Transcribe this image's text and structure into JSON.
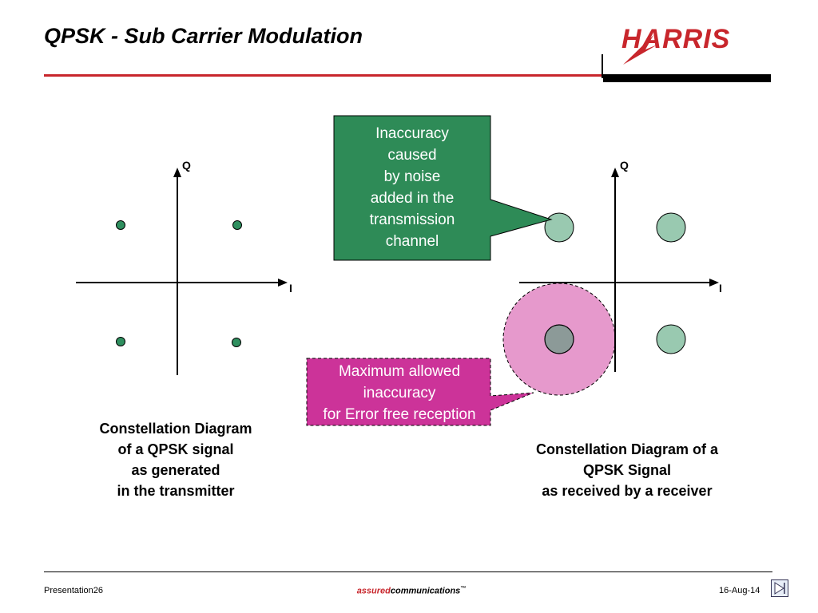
{
  "slide": {
    "title": "QPSK - Sub Carrier Modulation",
    "logo_text": "HARRIS"
  },
  "diagram_left": {
    "axis_q": "Q",
    "axis_i": "I",
    "caption_lines": [
      "Constellation Diagram",
      "of a QPSK signal",
      "as generated",
      "in the transmitter"
    ]
  },
  "diagram_right": {
    "axis_q": "Q",
    "axis_i": "I",
    "caption_lines": [
      "Constellation Diagram of a",
      "QPSK Signal",
      "as received by a receiver"
    ]
  },
  "callouts": {
    "noise": [
      "Inaccuracy",
      "caused",
      "by noise",
      "added in the",
      "transmission",
      "channel"
    ],
    "max": [
      "Maximum allowed",
      "inaccuracy",
      "for Error free reception"
    ]
  },
  "colors": {
    "point": "#2f8f5f",
    "noise_callout": "#2e8b57",
    "received_point": "#99c9b0",
    "tolerance_zone": "#e699cc",
    "max_callout": "#cc3399",
    "brand_red": "#c8262c"
  },
  "footer": {
    "left": "Presentation26",
    "center_assured": "assured",
    "center_comm": "communications",
    "center_tm": "™",
    "right": "16-Aug-14"
  },
  "icons": {
    "nav": "next-slide-icon"
  }
}
